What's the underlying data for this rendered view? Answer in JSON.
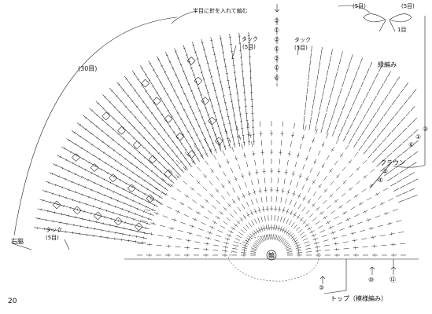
{
  "page_number": "20",
  "labels": {
    "half_stitch_note": "半目に針を入れて編む",
    "border": "縁編み",
    "crown": "クラウン",
    "top": "トップ（模様編み）",
    "right_side": "右脇",
    "tuck": "タック",
    "five_st": "(5目)",
    "thirty_st": "(30目)",
    "one_st": "1目",
    "center_mark": "輪"
  },
  "row_numbers": {
    "center_col": [
      "②",
      "①",
      "②",
      "①",
      "②",
      "①",
      "⑥"
    ],
    "crown_right": [
      "②",
      "①",
      "⑥"
    ],
    "crown_lower": [
      "②",
      "①"
    ],
    "top_bottom": [
      "⑤",
      "⑩",
      "⑫"
    ]
  },
  "colors": {
    "ink": "#1a1a1a",
    "background": "#ffffff"
  }
}
